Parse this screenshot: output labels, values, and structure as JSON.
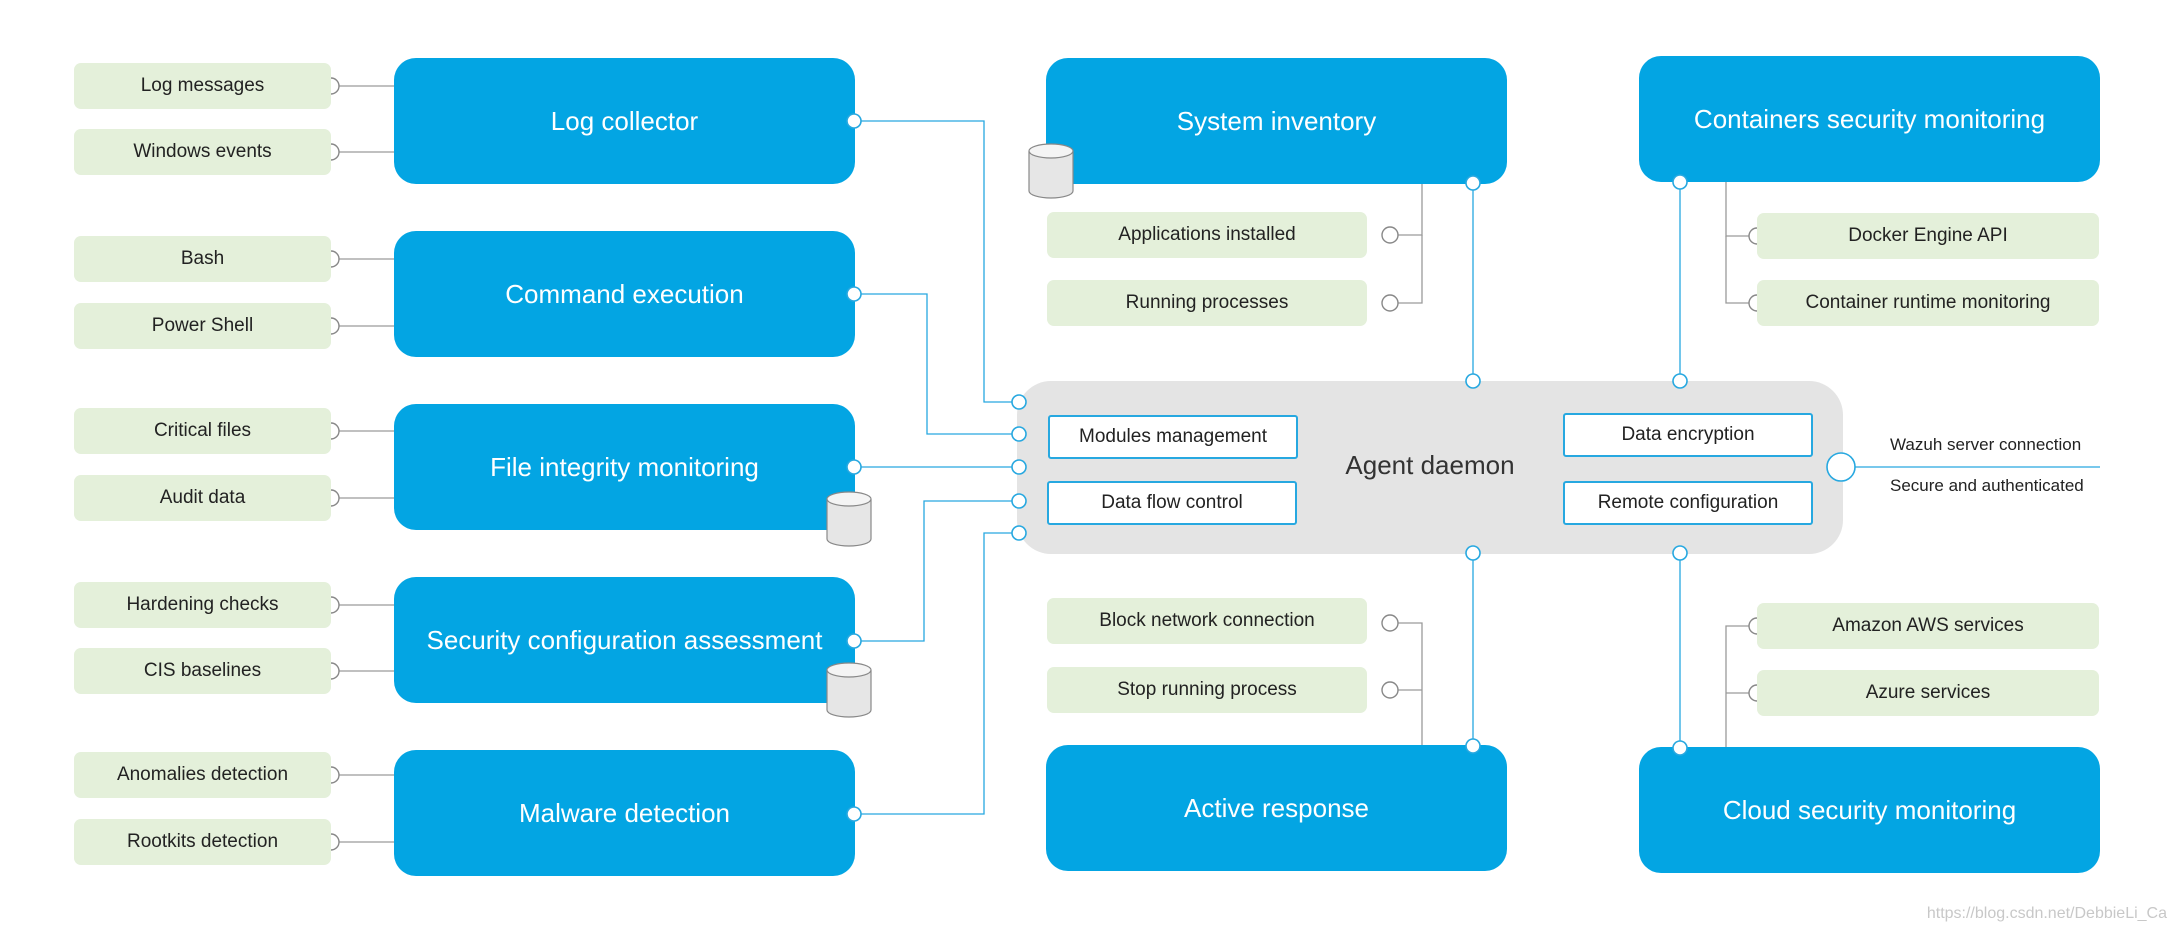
{
  "colors": {
    "module": "#03a5e3",
    "pill": "#e4f0da",
    "daemon": "#e4e4e4",
    "line_blue": "#27a8e0",
    "line_grey": "#9a9a9a"
  },
  "left_modules": [
    {
      "label": "Log collector",
      "items": [
        "Log messages",
        "Windows events"
      ]
    },
    {
      "label": "Command execution",
      "items": [
        "Bash",
        "Power Shell"
      ]
    },
    {
      "label": "File integrity monitoring",
      "items": [
        "Critical files",
        "Audit data"
      ]
    },
    {
      "label": "Security configuration assessment",
      "items": [
        "Hardening checks",
        "CIS baselines"
      ]
    },
    {
      "label": "Malware detection",
      "items": [
        "Anomalies detection",
        "Rootkits detection"
      ]
    }
  ],
  "center_top": {
    "label": "System inventory",
    "items": [
      "Applications installed",
      "Running processes"
    ]
  },
  "center_bottom": {
    "label": "Active response",
    "items": [
      "Block network connection",
      "Stop running process"
    ]
  },
  "right_top": {
    "label": "Containers security monitoring",
    "items": [
      "Docker Engine API",
      "Container runtime monitoring"
    ]
  },
  "right_bottom": {
    "label": "Cloud security monitoring",
    "items": [
      "Amazon AWS services",
      "Azure services"
    ]
  },
  "daemon": {
    "title": "Agent daemon",
    "modules_management": "Modules management",
    "data_flow_control": "Data flow control",
    "data_encryption": "Data encryption",
    "remote_configuration": "Remote configuration"
  },
  "server": {
    "connection": "Wazuh server connection",
    "security": "Secure and authenticated"
  },
  "watermark": "https://blog.csdn.net/DebbieLi_Ca"
}
